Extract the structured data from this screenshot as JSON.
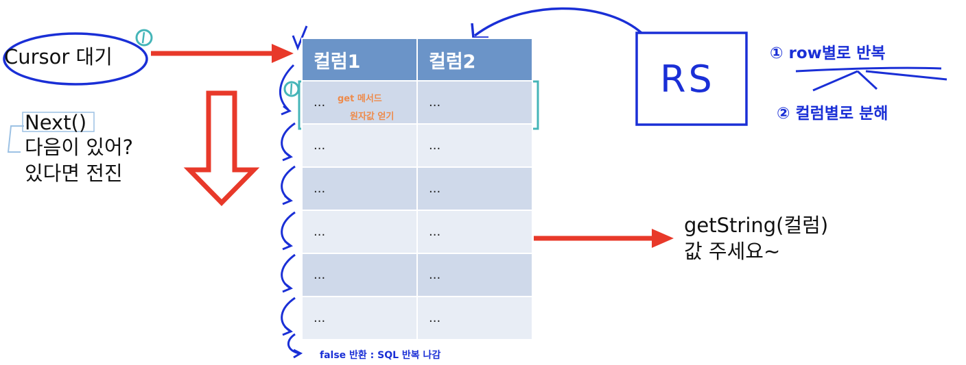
{
  "cursor": {
    "label": "Cursor 대기",
    "marker": "①"
  },
  "next_note": {
    "func": "Next()",
    "line1": "다음이 있어?",
    "line2": "있다면 전진"
  },
  "table": {
    "headers": [
      "컬럼1",
      "컬럼2"
    ],
    "rows": [
      [
        "...",
        "..."
      ],
      [
        "...",
        "..."
      ],
      [
        "...",
        "..."
      ],
      [
        "...",
        "..."
      ],
      [
        "...",
        "..."
      ],
      [
        "...",
        "..."
      ]
    ],
    "row_marker": "①",
    "cell_note_line1": "get 메서드",
    "cell_note_line2": "원자값 얻기",
    "false_note": "false 반환 : SQL 반복 나감",
    "check_mark": "✓"
  },
  "rs": {
    "label": "RS",
    "step1": "① row별로 반복",
    "step2": "② 컬럼별로 분해"
  },
  "getstring": {
    "line1": "getString(컬럼)",
    "line2": "값 주세요~"
  },
  "colors": {
    "header": "#6b94c8",
    "row_odd": "#cfd9ea",
    "row_even": "#e8edf5",
    "ink_blue": "#1a2fd6",
    "arrow_red": "#e8392a",
    "teal": "#45b5b8",
    "orange": "#ee8a4a"
  }
}
